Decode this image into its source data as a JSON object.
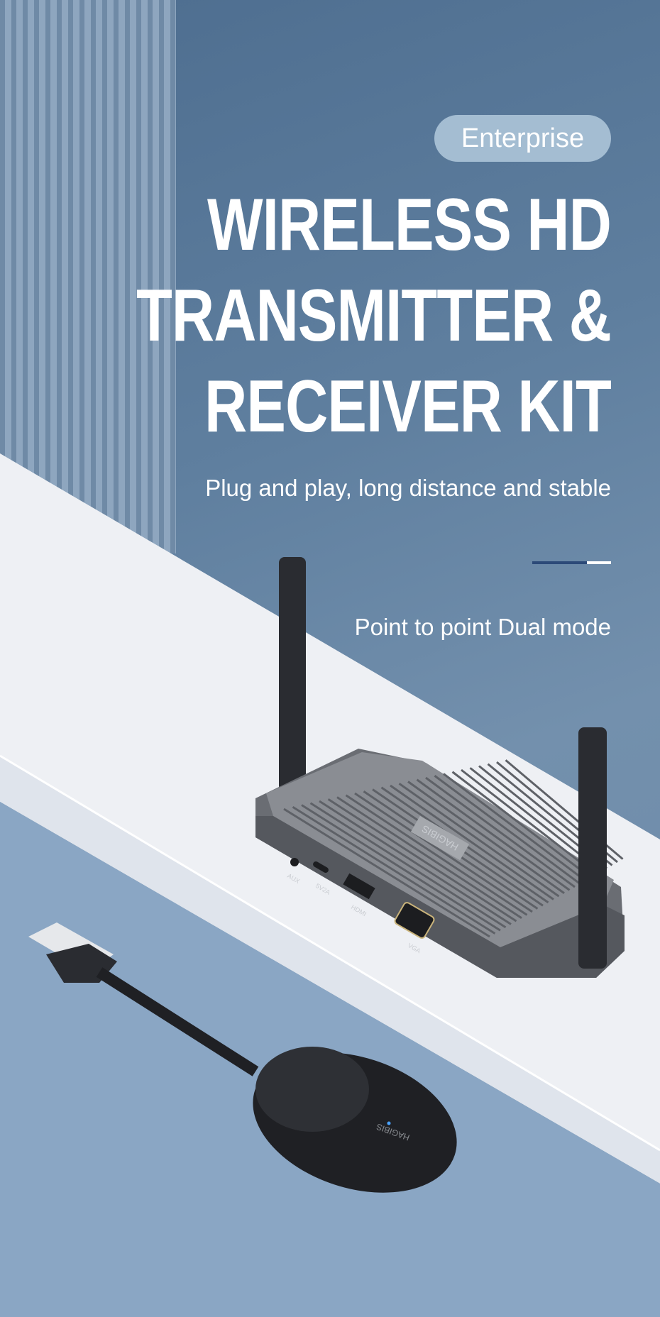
{
  "badge": {
    "label": "Enterprise"
  },
  "headline": {
    "lines": [
      "WIRELESS HD",
      "TRANSMITTER &",
      "RECEIVER KIT"
    ]
  },
  "tagline": "Plug and play, long distance and stable",
  "feature": "Point to point Dual mode",
  "product_labels": {
    "brand": "HAGIBIS",
    "ports": [
      "AUX",
      "5V2A",
      "HDMI",
      "VGA"
    ]
  },
  "colors": {
    "accent_dark": "#2c4a78",
    "badge_bg": "#a4bdd2",
    "background": "#5f7f9f"
  }
}
